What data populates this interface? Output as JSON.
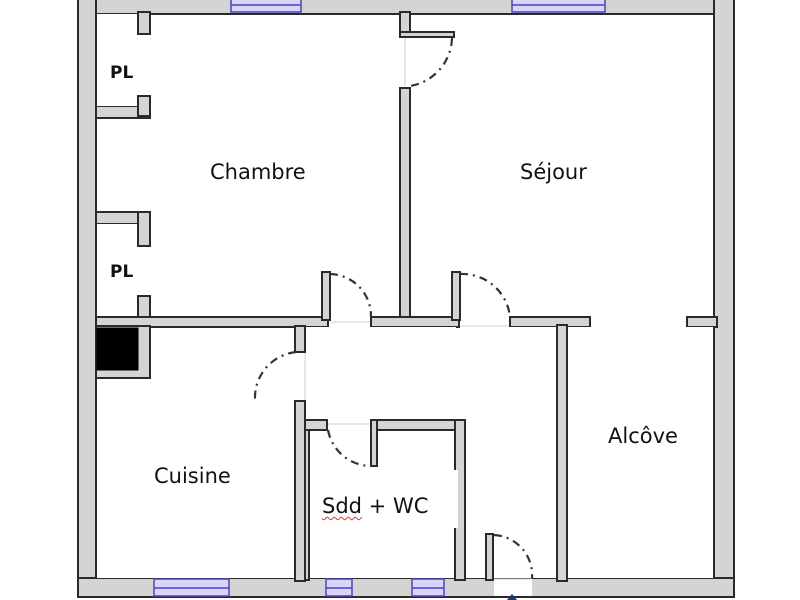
{
  "plan": {
    "type": "apartment-floor-plan",
    "colors": {
      "wall_fill": "#d4d4d4",
      "wall_stroke": "#2a2a2a",
      "window": "#b9b3f0",
      "window_stroke": "#4b45b5",
      "door_arc": "#333333",
      "duct": "#000000",
      "entry_arrow": "#1e3a6e"
    },
    "rooms": [
      {
        "id": "chambre",
        "label": "Chambre"
      },
      {
        "id": "sejour",
        "label": "Séjour"
      },
      {
        "id": "cuisine",
        "label": "Cuisine"
      },
      {
        "id": "sdd-wc",
        "label_part1": "Sdd",
        "label_part2": " + WC"
      },
      {
        "id": "alcove",
        "label": "Alcôve"
      }
    ],
    "closets": [
      {
        "id": "pl-top",
        "label": "PL"
      },
      {
        "id": "pl-bottom",
        "label": "PL"
      }
    ]
  }
}
